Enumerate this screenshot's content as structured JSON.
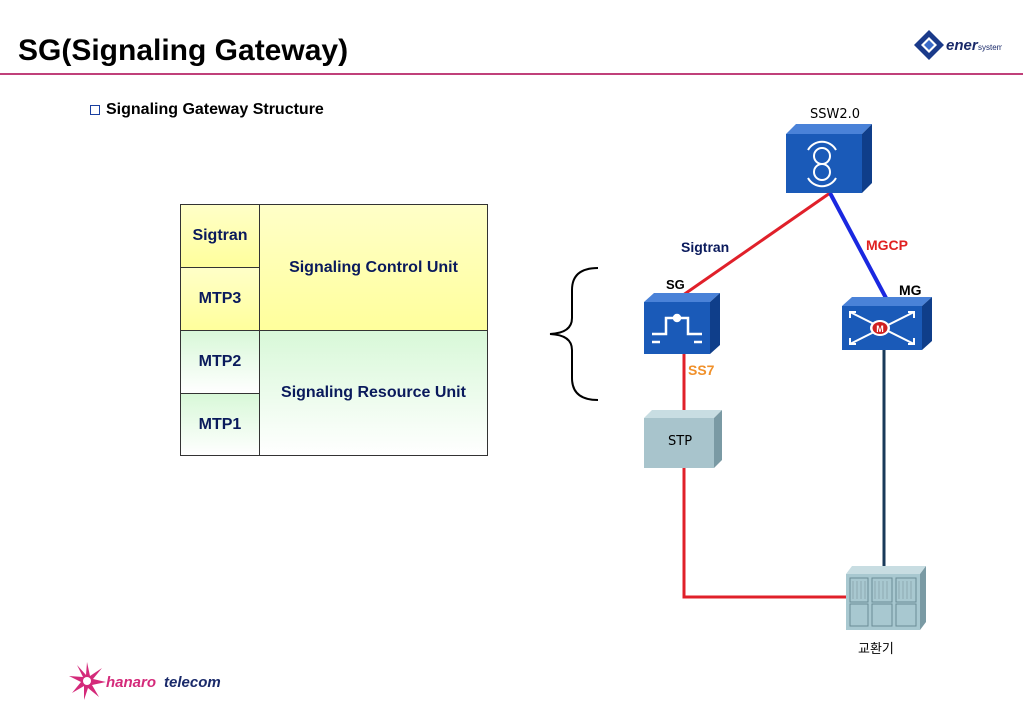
{
  "header": {
    "title": "SG(Signaling Gateway)"
  },
  "section": {
    "heading": "Signaling Gateway Structure"
  },
  "table": {
    "sigtran": "Sigtran",
    "mtp3": "MTP3",
    "mtp2": "MTP2",
    "mtp1": "MTP1",
    "control_unit": "Signaling Control Unit",
    "resource_unit": "Signaling Resource Unit"
  },
  "network": {
    "ssw_label": "SSW2.0",
    "sg_label": "SG",
    "mg_label": "MG",
    "stp_label": "STP",
    "switch_label": "교환기",
    "sigtran_link": "Sigtran",
    "mgcp_link": "MGCP",
    "ss7_link": "SS7"
  },
  "colors": {
    "title_rule": "#c0407a",
    "link_red": "#e0202a",
    "link_blue": "#1a28e0",
    "link_navy": "#1a3a5a",
    "mgcp_text": "#e02020",
    "ss7_text": "#f0902a",
    "device_blue": "#1a5ab8",
    "stp_gray": "#a8c4cc"
  },
  "logos": {
    "top_right": "xener systems",
    "bottom_left": "hanarotelecom"
  }
}
